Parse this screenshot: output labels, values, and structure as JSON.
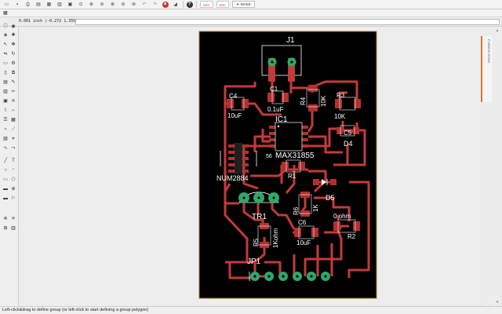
{
  "toolbar": {
    "drc_label": "DRC",
    "erc_label": "ERC",
    "make_label": "MAKE"
  },
  "command_bar": {
    "coordinates": "0.001 inch (-0.272 1.355)",
    "input_value": ""
  },
  "right_panel": {
    "tab_label": "FUSION SYNC"
  },
  "board": {
    "labels": {
      "j1": "J1",
      "c4": "C4",
      "c4_val": "10uF",
      "c1": "C1",
      "c1_val": "0.1uF",
      "r4": "R4",
      "r4_val": "10K",
      "r3": "R3",
      "r3_val": "10K",
      "ic1": "IC1",
      "ic1_part": "MAX31855",
      "d4": "D4",
      "c5": "C5",
      "nuim": "NUM2884",
      "r1": "R1",
      "d5": "D5",
      "r6": "R6",
      "r6_val": "1K",
      "tr1": "TR1",
      "r5": "R5",
      "r5_val": "1Kohm",
      "c6": "C6",
      "c6_val": "10uF",
      "r2": "R2",
      "r2_val": "0 ohm",
      "jp1": "JP1",
      "ic1_pin": "56"
    },
    "colors": {
      "board_bg": "#000000",
      "trace": "#c43a3a",
      "pad_green": "#2fa86a",
      "outline": "#b07a1a",
      "silk": "#ffffff",
      "pad_red": "#b23030"
    }
  },
  "status": {
    "text": "Left-click&drag to define group (or left-click to start defining a group polygon)"
  }
}
